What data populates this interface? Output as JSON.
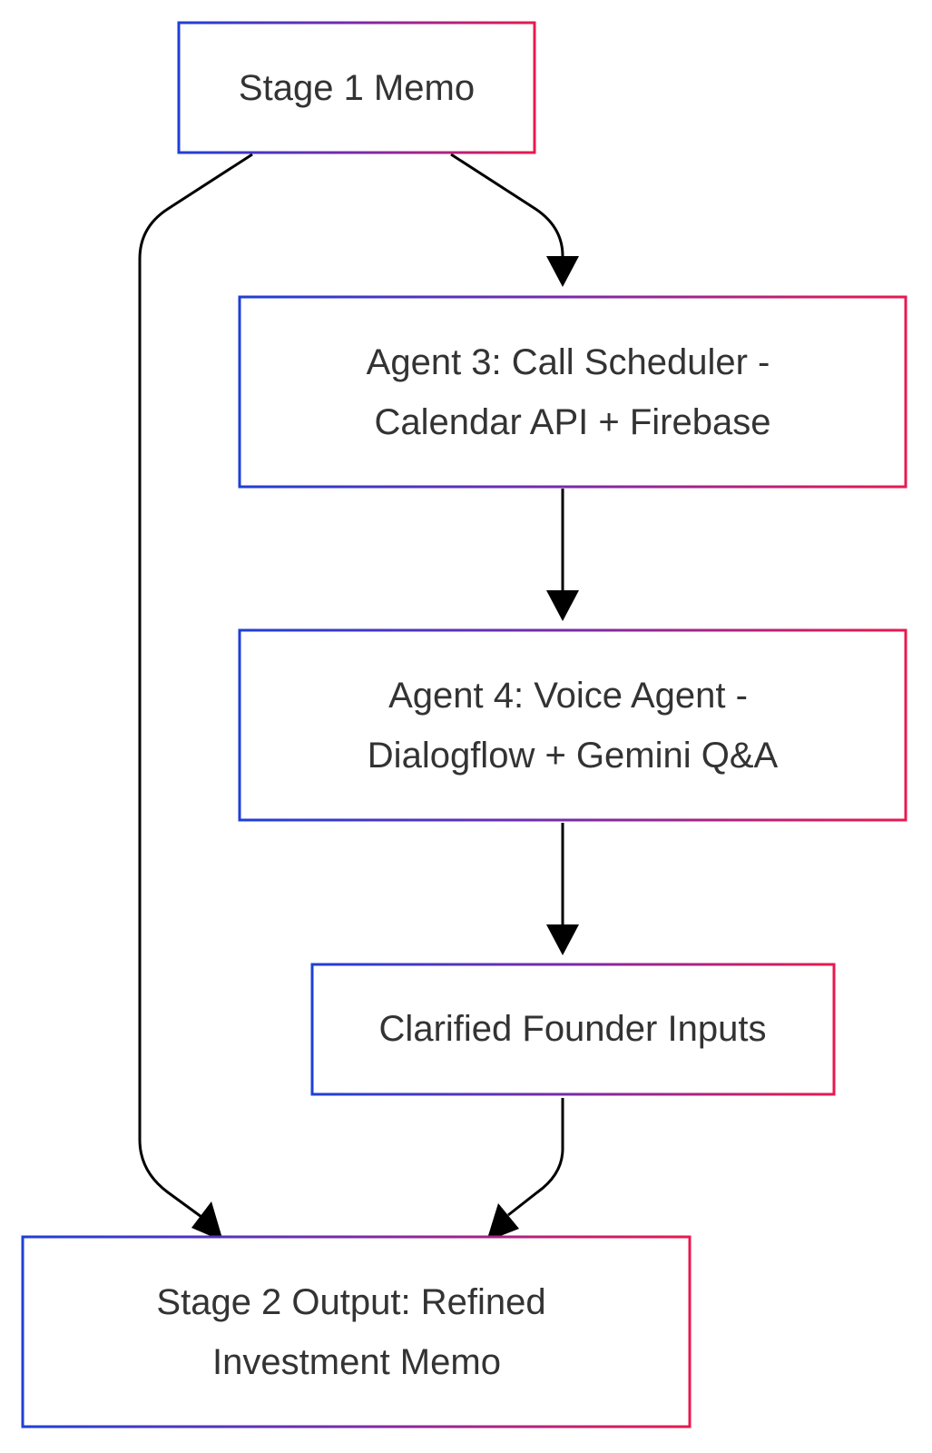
{
  "colors": {
    "border_start": "#1f3fd6",
    "border_mid": "#7a2aa8",
    "border_end": "#e8194f",
    "text": "#333333",
    "edge": "#000000",
    "background": "#ffffff"
  },
  "nodes": {
    "stage1": {
      "lines": [
        "Stage 1 Memo"
      ]
    },
    "agent3": {
      "lines": [
        "Agent 3: Call Scheduler -",
        "Calendar API + Firebase"
      ]
    },
    "agent4": {
      "lines": [
        "Agent 4: Voice Agent -",
        "Dialogflow + Gemini Q&A"
      ]
    },
    "clarified": {
      "lines": [
        "Clarified Founder Inputs"
      ]
    },
    "stage2": {
      "lines": [
        "Stage 2 Output: Refined",
        "Investment Memo"
      ]
    }
  },
  "edges": [
    {
      "from": "stage1",
      "to": "agent3"
    },
    {
      "from": "agent3",
      "to": "agent4"
    },
    {
      "from": "agent4",
      "to": "clarified"
    },
    {
      "from": "stage1",
      "to": "stage2"
    },
    {
      "from": "clarified",
      "to": "stage2"
    }
  ]
}
